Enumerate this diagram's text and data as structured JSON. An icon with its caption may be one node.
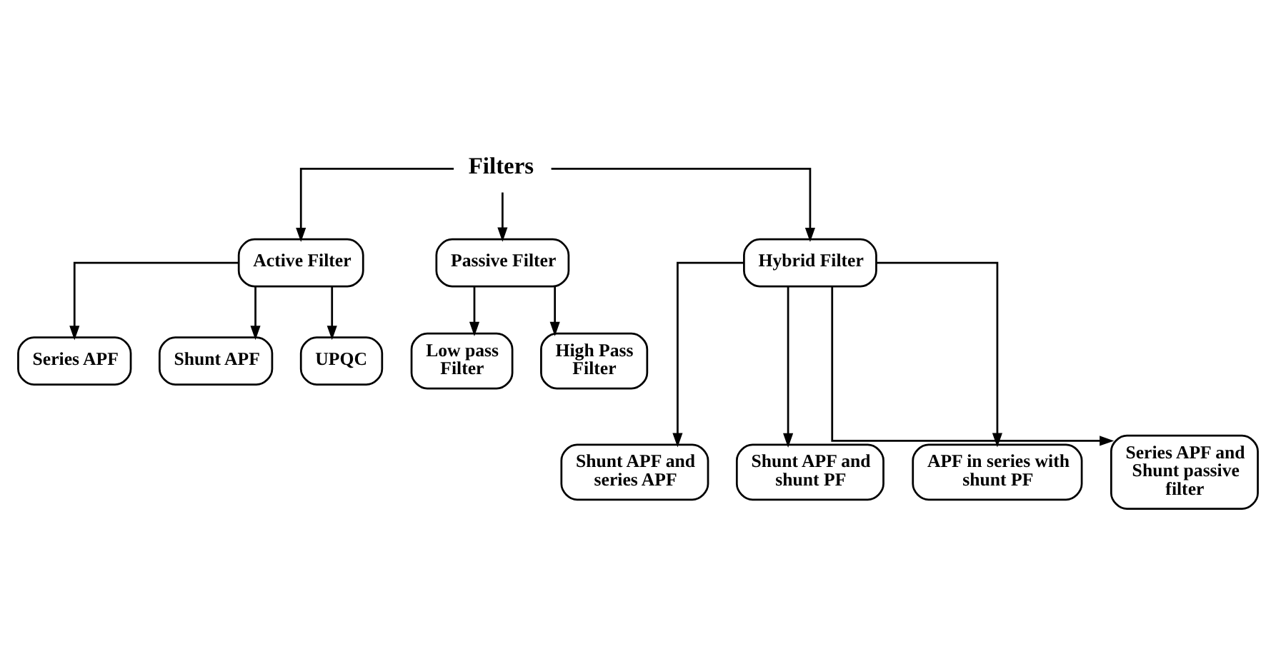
{
  "diagram": {
    "nodes": [
      {
        "text": [
          "Filters"
        ]
      },
      {
        "text": [
          "Active Filter"
        ]
      },
      {
        "text": [
          "Passive Filter"
        ]
      },
      {
        "text": [
          "Hybrid Filter"
        ]
      },
      {
        "text": [
          "Series APF"
        ]
      },
      {
        "text": [
          "Shunt APF"
        ]
      },
      {
        "text": [
          "UPQC"
        ]
      },
      {
        "text": [
          "Low pass Filter"
        ]
      },
      {
        "text": [
          "High Pass Filter"
        ]
      },
      {
        "text": [
          "Shunt APF and series APF"
        ]
      },
      {
        "text": [
          "Shunt APF and shunt PF"
        ]
      },
      {
        "text": [
          "APF in series with shunt PF"
        ]
      },
      {
        "text": [
          "Series APF and Shunt passive filter"
        ]
      }
    ],
    "edges": [
      {
        "from": 0,
        "to": 1,
        "arrow": "to"
      },
      {
        "from": 0,
        "to": 2,
        "arrow": "to"
      },
      {
        "from": 0,
        "to": 3,
        "arrow": "to"
      },
      {
        "from": 1,
        "to": 4,
        "arrow": "to"
      },
      {
        "from": 1,
        "to": 5,
        "arrow": "to"
      },
      {
        "from": 1,
        "to": 6,
        "arrow": "to"
      },
      {
        "from": 2,
        "to": 7,
        "arrow": "to"
      },
      {
        "from": 2,
        "to": 8,
        "arrow": "to"
      },
      {
        "from": 3,
        "to": 9,
        "arrow": "to"
      },
      {
        "from": 3,
        "to": 10,
        "arrow": "to"
      },
      {
        "from": 3,
        "to": 11,
        "arrow": "to"
      },
      {
        "from": 3,
        "to": 12,
        "arrow": "to"
      }
    ]
  }
}
